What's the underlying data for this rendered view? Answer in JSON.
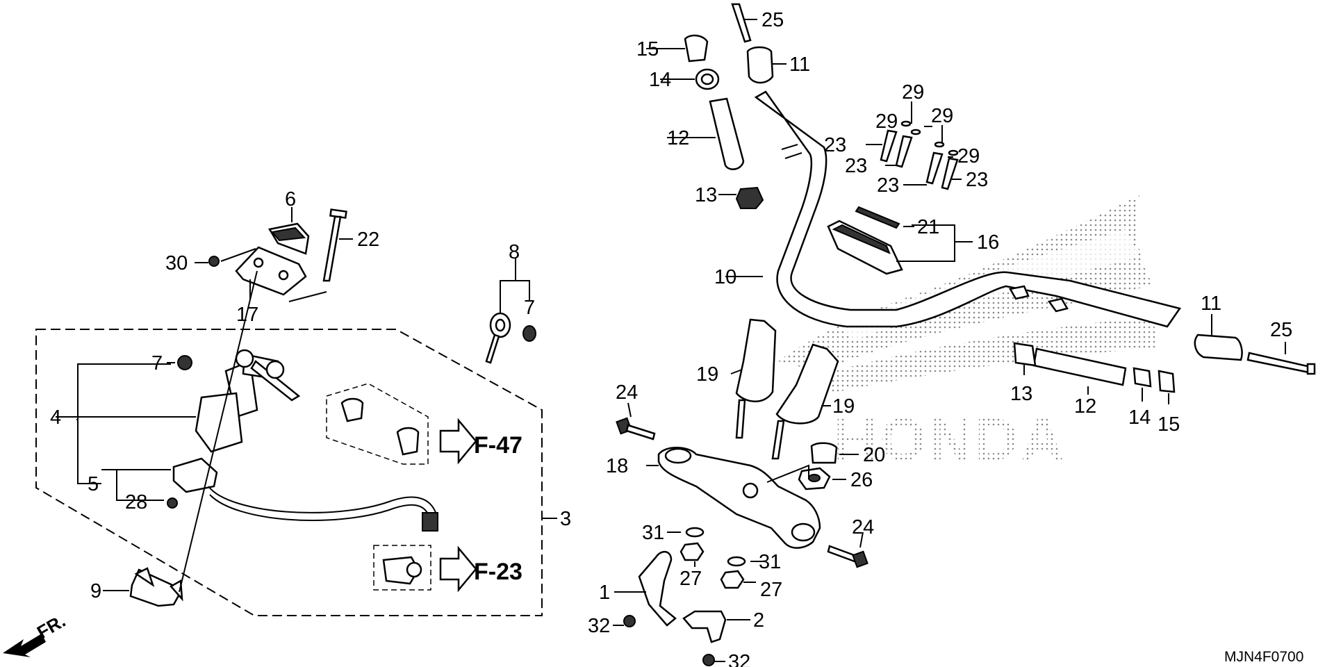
{
  "diagram": {
    "code": "MJN4F0700",
    "front_label": "FR.",
    "brand_watermark": "HONDA",
    "references": [
      {
        "text": "F-47"
      },
      {
        "text": "F-23"
      }
    ],
    "labels": [
      "1",
      "2",
      "3",
      "4",
      "5",
      "6",
      "7",
      "7",
      "8",
      "9",
      "10",
      "11",
      "11",
      "12",
      "12",
      "13",
      "13",
      "14",
      "14",
      "15",
      "15",
      "16",
      "17",
      "18",
      "19",
      "19",
      "20",
      "21",
      "22",
      "23",
      "23",
      "23",
      "23",
      "24",
      "24",
      "25",
      "25",
      "26",
      "27",
      "27",
      "28",
      "29",
      "29",
      "29",
      "29",
      "30",
      "31",
      "31",
      "32",
      "32"
    ]
  }
}
